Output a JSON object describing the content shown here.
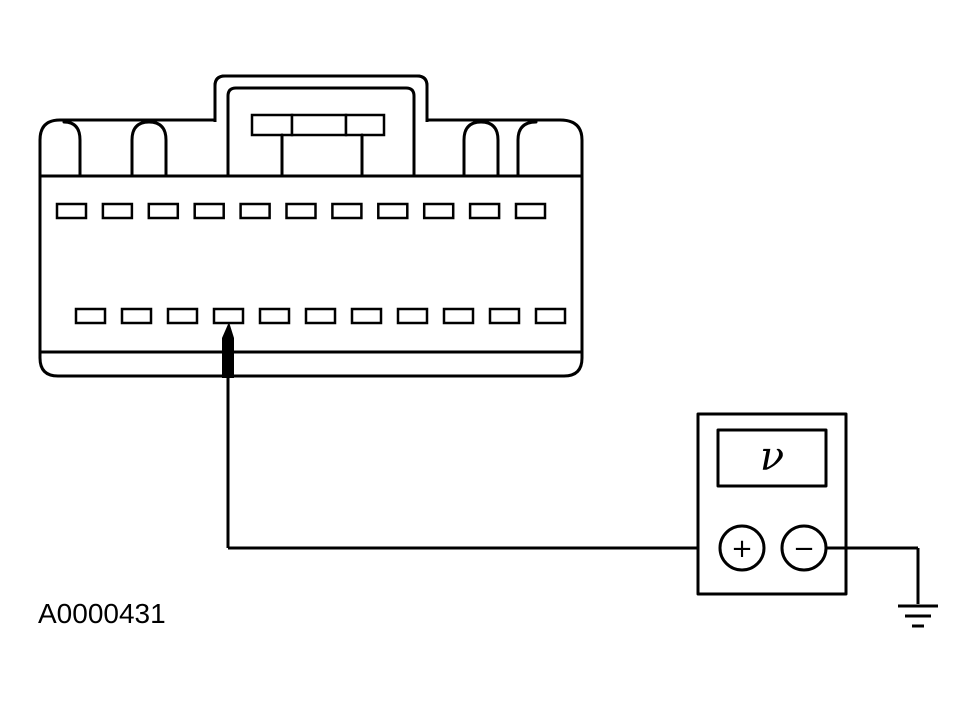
{
  "diagram": {
    "figure_id": "A0000431",
    "meter": {
      "display_symbol": "ν",
      "positive_terminal": "+",
      "negative_terminal": "−"
    },
    "connector": {
      "upper_row_pin_count": 11,
      "lower_row_pin_count": 11
    }
  }
}
